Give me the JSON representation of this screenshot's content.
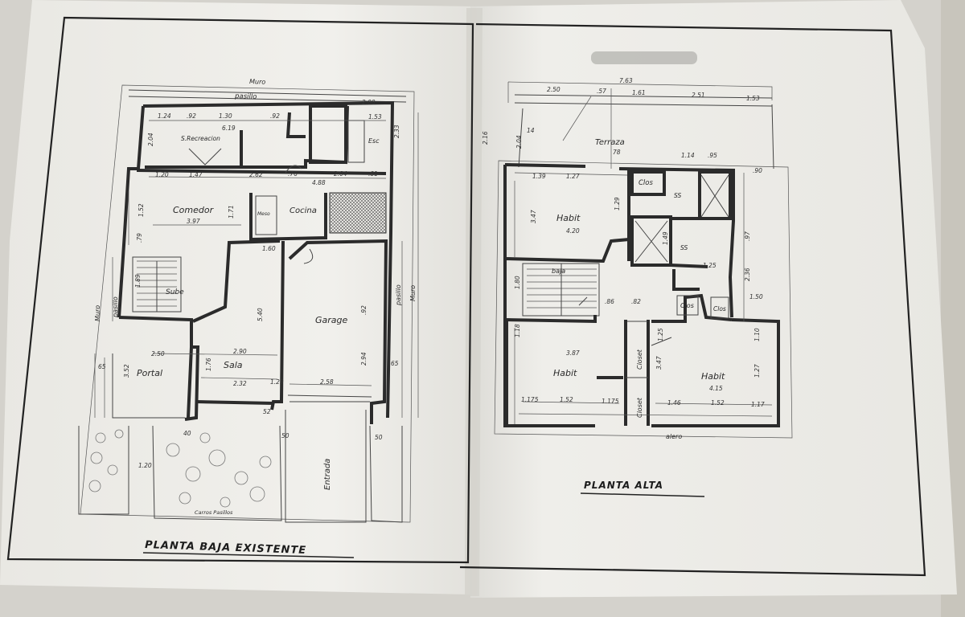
{
  "titles": {
    "ground_floor": "PLANTA BAJA EXISTENTE",
    "upper_floor": "PLANTA ALTA"
  },
  "ground_floor": {
    "rooms": {
      "recreacion": "S.Recreacion",
      "comedor": "Comedor",
      "cocina": "Cocina",
      "garage": "Garage",
      "sala": "Sala",
      "portal": "Portal",
      "sube": "Sube",
      "entrada": "Entrada",
      "pasillo_top": "pasillo",
      "pasillo_left": "pasillo",
      "pasillo_right": "pasillo",
      "muro_top": "Muro",
      "muro_left": "Muro",
      "muro_right": "Muro",
      "esc": "Esc",
      "carros": "Carros Pasillos",
      "meso": "Meso"
    },
    "dimensions": {
      "d124": "1.24",
      "d92a": ".92",
      "d130": "1.30",
      "d92b": ".92",
      "d619": "6.19",
      "d153": "1.53",
      "d233": "2.33",
      "d204a": "2.04",
      "d120a": "1.20",
      "d147": "1.47",
      "d262": "2.62",
      "d76": ".76",
      "d204b": "2.04",
      "d81": ".81",
      "d488": "4.88",
      "d152": "1.52",
      "d397": "3.97",
      "d171": "1.71",
      "d160": "1.60",
      "d79": ".79",
      "d189": "1.89",
      "d540": "5.40",
      "d92c": ".92",
      "d294": "2.94",
      "d250": "2.50",
      "d290": "2.90",
      "d352": "3.52",
      "d176": "1.76",
      "d232": "2.32",
      "d258": "2.58",
      "d129": "1.29",
      "d65a": "65",
      "d65b": "65",
      "d120b": "1.20",
      "d40": "40",
      "d50a": "50",
      "d50b": "50",
      "d52": "52",
      "d200": "2.00"
    }
  },
  "upper_floor": {
    "rooms": {
      "terraza": "Terraza",
      "habit_top": "Habit",
      "habit_bl": "Habit",
      "habit_br": "Habit",
      "clos_top": "Clos",
      "clos_mid": "Clos",
      "clos_mid2": "Clos",
      "closet_a": "Closet",
      "closet_b": "Closet",
      "ss_a": "SS",
      "ss_b": "SS",
      "baja": "baja",
      "alero": "alero"
    },
    "dimensions": {
      "d763": "7.63",
      "d250": "2.50",
      "d57": ".57",
      "d161": "1.61",
      "d251": "2.51",
      "d153": "1.53",
      "d216": "2.16",
      "d204": "2.04",
      "d14": "14",
      "d78": "78",
      "d114": "1.14",
      "d95": ".95",
      "d139": "1.39",
      "d127": "1.27",
      "d347": "3.47",
      "d420": "4.20",
      "d129": "1.29",
      "d149": "1.49",
      "d125a": "1.25",
      "d236": "2.36",
      "d150": "1.50",
      "d86": ".86",
      "d82": ".82",
      "d387": "3.87",
      "d118": "1.18",
      "d347b": "3.47",
      "d415": "4.15",
      "d110": "1.10",
      "d1175a": "1.175",
      "d152a": "1.52",
      "d1175b": "1.175",
      "d146": "1.46",
      "d152b": "1.52",
      "d117": "1.17",
      "d125b": "1.25",
      "d127b": "1.27",
      "d180": "1.80",
      "d90": ".90",
      "d97": ".97"
    }
  }
}
